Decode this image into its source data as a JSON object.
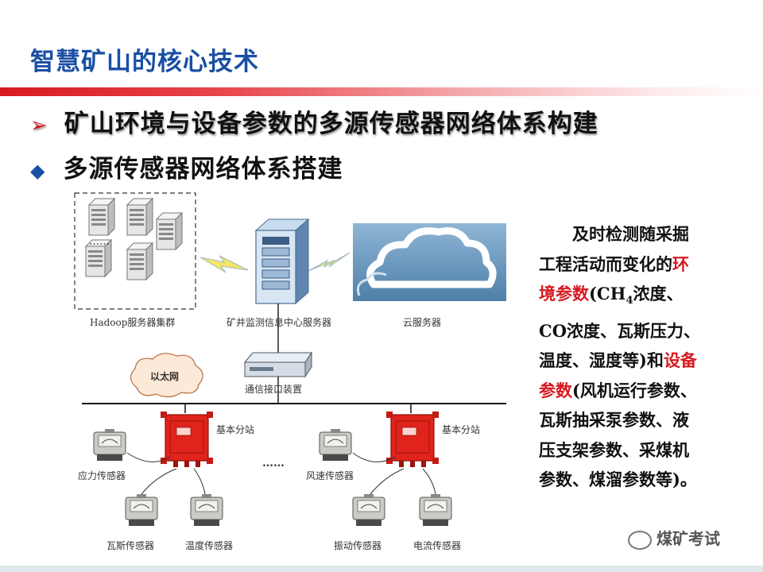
{
  "slide": {
    "title": "智慧矿山的核心技术",
    "heading1": "矿山环境与设备参数的多源传感器网络体系构建",
    "heading2": "多源传感器网络体系搭建"
  },
  "diagram": {
    "hadoop_label": "Hadoop服务器集群",
    "hadoop_dots": "……",
    "center_server_label": "矿井监测信息中心服务器",
    "cloud_label": "云服务器",
    "ethernet_label": "以太网",
    "comm_device_label": "通信接口装置",
    "substation1_label": "基本分站",
    "substation2_label": "基本分站",
    "middle_dots": "……",
    "sensors": {
      "stress": "应力传感器",
      "gas": "瓦斯传感器",
      "temperature": "温度传感器",
      "wind": "风速传感器",
      "vibration": "振动传感器",
      "current": "电流传感器"
    }
  },
  "description": {
    "p1": "及时检测随采掘工程活动而变化的",
    "env_params": "环境参数",
    "p2": "(CH",
    "sub4": "4",
    "p3": "浓度、CO浓度、瓦斯压力、温度、湿度等)和",
    "equip_params": "设备参数",
    "p4": "(风机运行参数、瓦斯抽采泵参数、液压支架参数、采煤机参数、煤溜参数等)。"
  },
  "watermark": "煤矿考试",
  "colors": {
    "title_blue": "#1a4fa3",
    "accent_red": "#d71920",
    "substation_red": "#e0231b"
  }
}
